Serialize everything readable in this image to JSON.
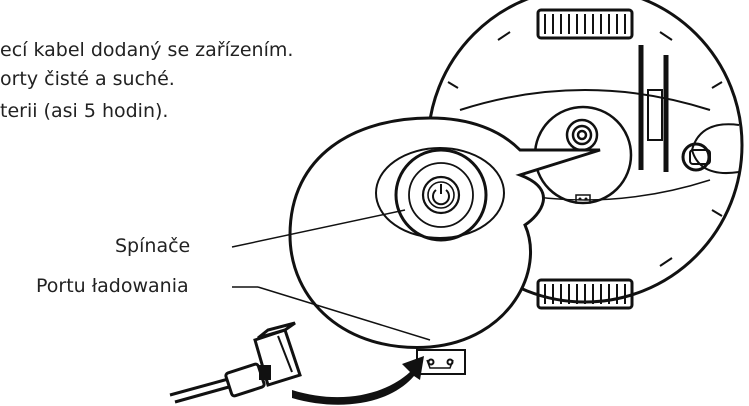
{
  "instructions": {
    "line1": "ecí kabel dodaný se zařízením.",
    "line2": "orty čisté a suché.",
    "line3": "terii (asi 5 hodin)."
  },
  "labels": {
    "switch": "Spínače",
    "charging_port": "Portu ładowania"
  },
  "colors": {
    "ink": "#111111",
    "text": "#222222",
    "background": "#ffffff"
  }
}
